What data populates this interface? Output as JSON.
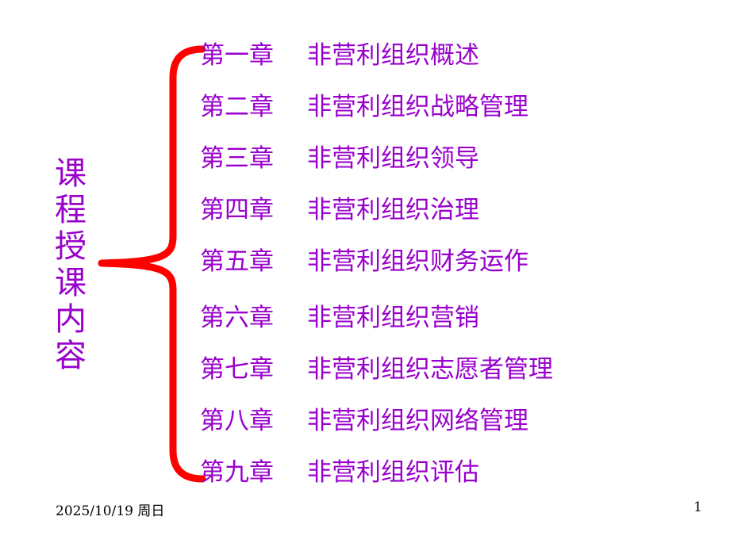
{
  "slide": {
    "background_color": "#ffffff",
    "accent_color": "#9900cc",
    "brace_color": "#ff0000",
    "vertical_title": "课程授课内容",
    "vertical_title_chars": [
      "课",
      "程",
      "授",
      "课",
      "内",
      "容"
    ],
    "chapters": [
      {
        "number": "第一章",
        "title": "非营利组织概述"
      },
      {
        "number": "第二章",
        "title": "非营利组织战略管理"
      },
      {
        "number": "第三章",
        "title": "非营利组织领导"
      },
      {
        "number": "第四章",
        "title": "非营利组织治理"
      },
      {
        "number": "第五章",
        "title": "非营利组织财务运作"
      },
      {
        "number": "第六章",
        "title": "非营利组织营销"
      },
      {
        "number": "第七章",
        "title": "非营利组织志愿者管理"
      },
      {
        "number": "第八章",
        "title": "非营利组织网络管理"
      },
      {
        "number": "第九章",
        "title": "非营利组织评估"
      }
    ],
    "footer": {
      "date": "2025/10/19 周日",
      "page_number": "1"
    }
  }
}
